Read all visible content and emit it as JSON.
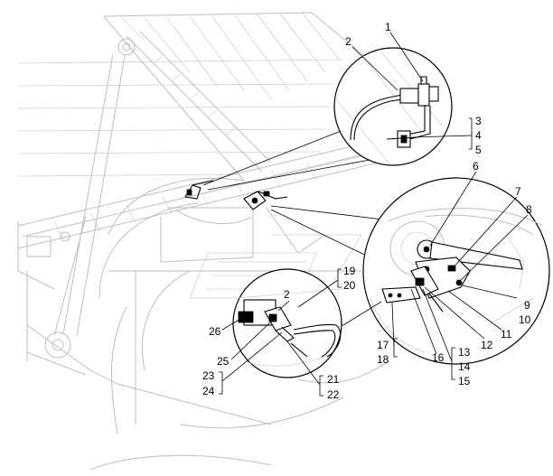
{
  "callouts": {
    "top": [
      "1",
      "2",
      "3",
      "4",
      "5"
    ],
    "right": [
      "6",
      "7",
      "8",
      "9",
      "10",
      "11",
      "12",
      "13",
      "14",
      "15",
      "16",
      "17",
      "18"
    ],
    "left": [
      "19",
      "20",
      "2",
      "26",
      "25",
      "23",
      "24",
      "21",
      "22"
    ]
  },
  "colors": {
    "ink": "#000000",
    "background_drawing": "#bdbdbd"
  }
}
